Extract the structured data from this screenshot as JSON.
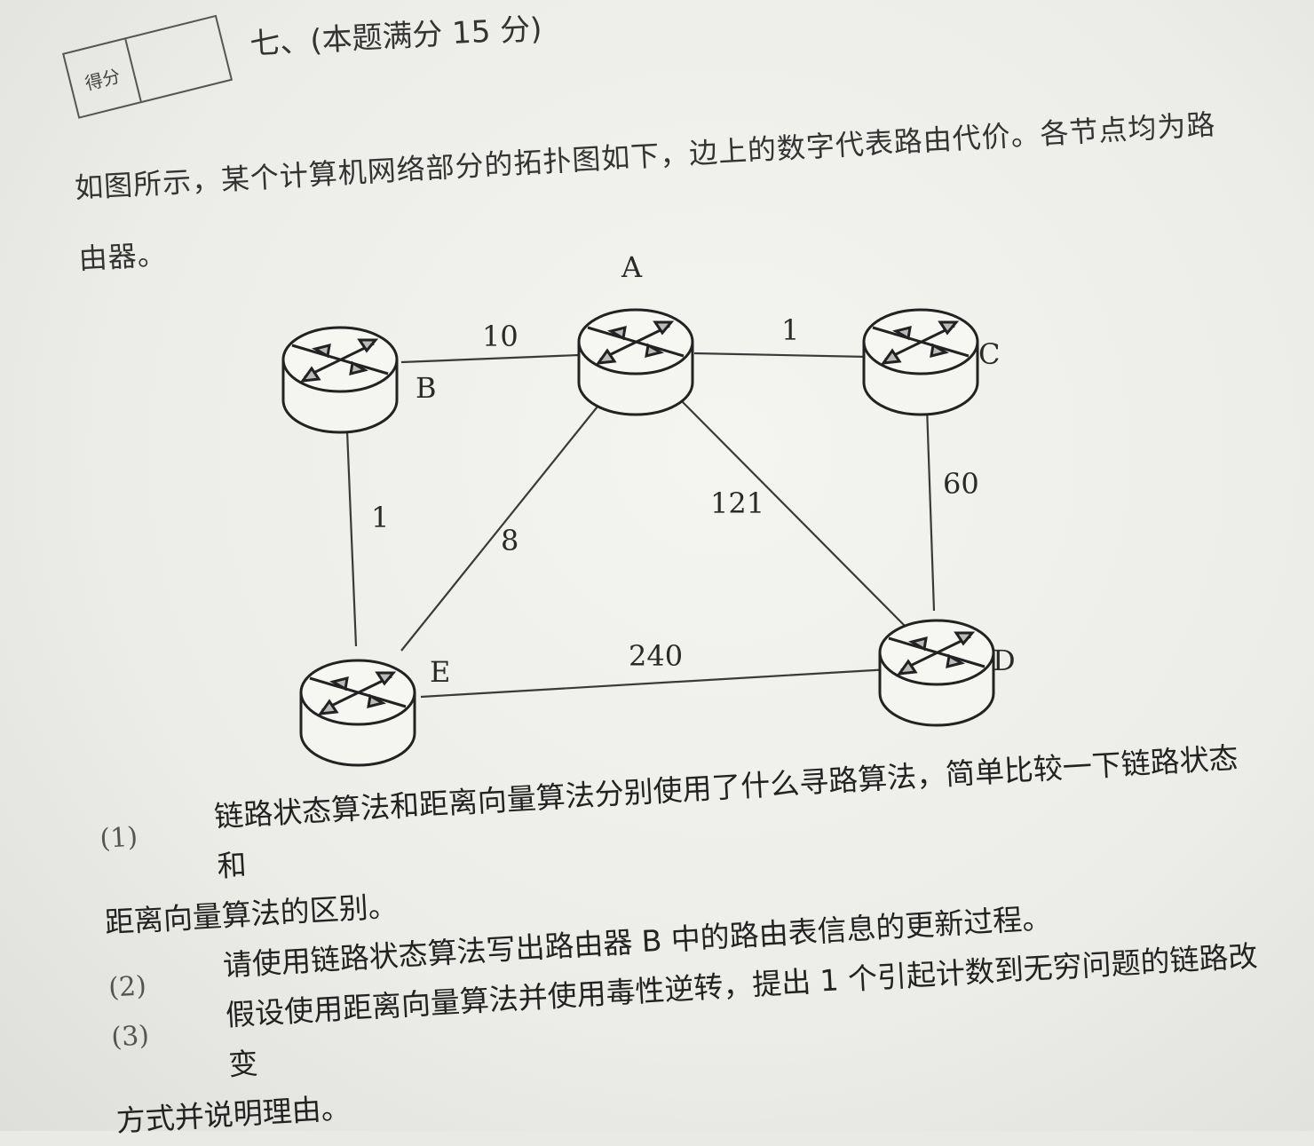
{
  "header": {
    "score_label": "得分",
    "question_title": "七、(本题满分 15 分)"
  },
  "intro": {
    "text": "如图所示，某个计算机网络部分的拓扑图如下，边上的数字代表路由代价。各节点均为路由器。"
  },
  "diagram": {
    "nodes": [
      {
        "id": "A",
        "label": "A"
      },
      {
        "id": "B",
        "label": "B"
      },
      {
        "id": "C",
        "label": "C"
      },
      {
        "id": "D",
        "label": "D"
      },
      {
        "id": "E",
        "label": "E"
      }
    ],
    "edges": [
      {
        "from": "B",
        "to": "A",
        "cost": "10"
      },
      {
        "from": "A",
        "to": "C",
        "cost": "1"
      },
      {
        "from": "B",
        "to": "E",
        "cost": "1"
      },
      {
        "from": "A",
        "to": "E",
        "cost": "8"
      },
      {
        "from": "A",
        "to": "D",
        "cost": "121"
      },
      {
        "from": "C",
        "to": "D",
        "cost": "60"
      },
      {
        "from": "E",
        "to": "D",
        "cost": "240"
      }
    ]
  },
  "questions": [
    {
      "num": "(1)",
      "text": "链路状态算法和距离向量算法分别使用了什么寻路算法，简单比较一下链路状态和",
      "cont": "距离向量算法的区别。"
    },
    {
      "num": "(2)",
      "text": "请使用链路状态算法写出路由器 B 中的路由表信息的更新过程。",
      "cont": ""
    },
    {
      "num": "(3)",
      "text": "假设使用距离向量算法并使用毒性逆转，提出 1 个引起计数到无穷问题的链路改变",
      "cont": "方式并说明理由。"
    }
  ]
}
